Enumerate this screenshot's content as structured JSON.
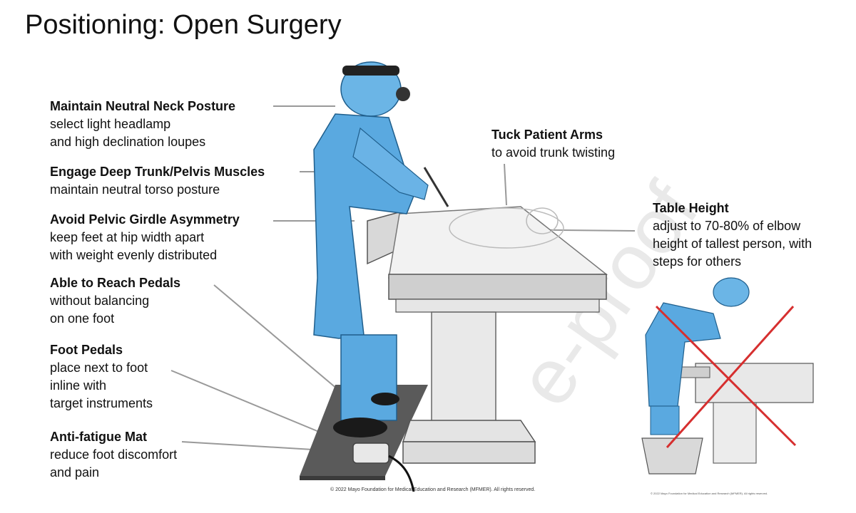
{
  "title": "Positioning: Open Surgery",
  "annotations": {
    "neck": {
      "heading": "Maintain Neutral Neck Posture",
      "lines": [
        "select light headlamp",
        "and high declination loupes"
      ]
    },
    "trunk": {
      "heading": "Engage Deep Trunk/Pelvis Muscles",
      "lines": [
        "maintain neutral torso posture"
      ]
    },
    "pelvic": {
      "heading": "Avoid Pelvic Girdle Asymmetry",
      "lines": [
        "keep feet at hip width apart",
        "with weight evenly distributed"
      ]
    },
    "reach": {
      "heading": "Able to Reach Pedals",
      "lines": [
        "without balancing",
        "on one foot"
      ]
    },
    "pedals": {
      "heading": "Foot Pedals",
      "lines": [
        "place next to foot",
        "inline with",
        "target instruments"
      ]
    },
    "mat": {
      "heading": "Anti-fatigue Mat",
      "lines": [
        "reduce foot discomfort",
        "and pain"
      ]
    },
    "arms": {
      "heading": "Tuck Patient Arms",
      "lines": [
        "to avoid trunk twisting"
      ]
    },
    "table": {
      "heading": "Table Height",
      "lines": [
        "adjust to 70-80% of elbow",
        "height of tallest person, with",
        "steps for others"
      ]
    }
  },
  "copyright": "© 2022 Mayo Foundation for Medical Education and Research (MFMER). All rights reserved.",
  "copyright_small": "© 2022 Mayo Foundation for Medical Education and Research (MFMER). All rights reserved.",
  "watermark": "e-proof",
  "colors": {
    "gown": "#5aa9e0",
    "gown_dark": "#2f7fbf",
    "mat": "#5a5a5a",
    "table": "#dcdcdc",
    "cross": "#d62f2f"
  }
}
